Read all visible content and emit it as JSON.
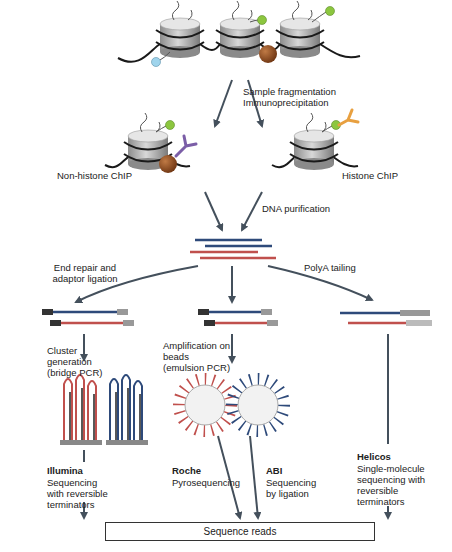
{
  "diagram": {
    "nodes": [
      {
        "text": [
          "Sequence reads"
        ]
      }
    ],
    "labels": [
      "Sample fragmentation",
      "Immunoprecipitation",
      "Non-histone ChIP",
      "Histone ChIP",
      "DNA purification",
      "End repair and adaptor ligation",
      "PolyA tailing",
      "Cluster generation (bridge PCR)",
      "Amplification on beads (emulsion PCR)",
      "Illumina",
      "Sequencing with reversible terminators",
      "Roche",
      "Pyrosequencing",
      "ABI",
      "Sequencing by ligation",
      "Helicos",
      "Single-molecule sequencing with reversible terminators"
    ]
  }
}
